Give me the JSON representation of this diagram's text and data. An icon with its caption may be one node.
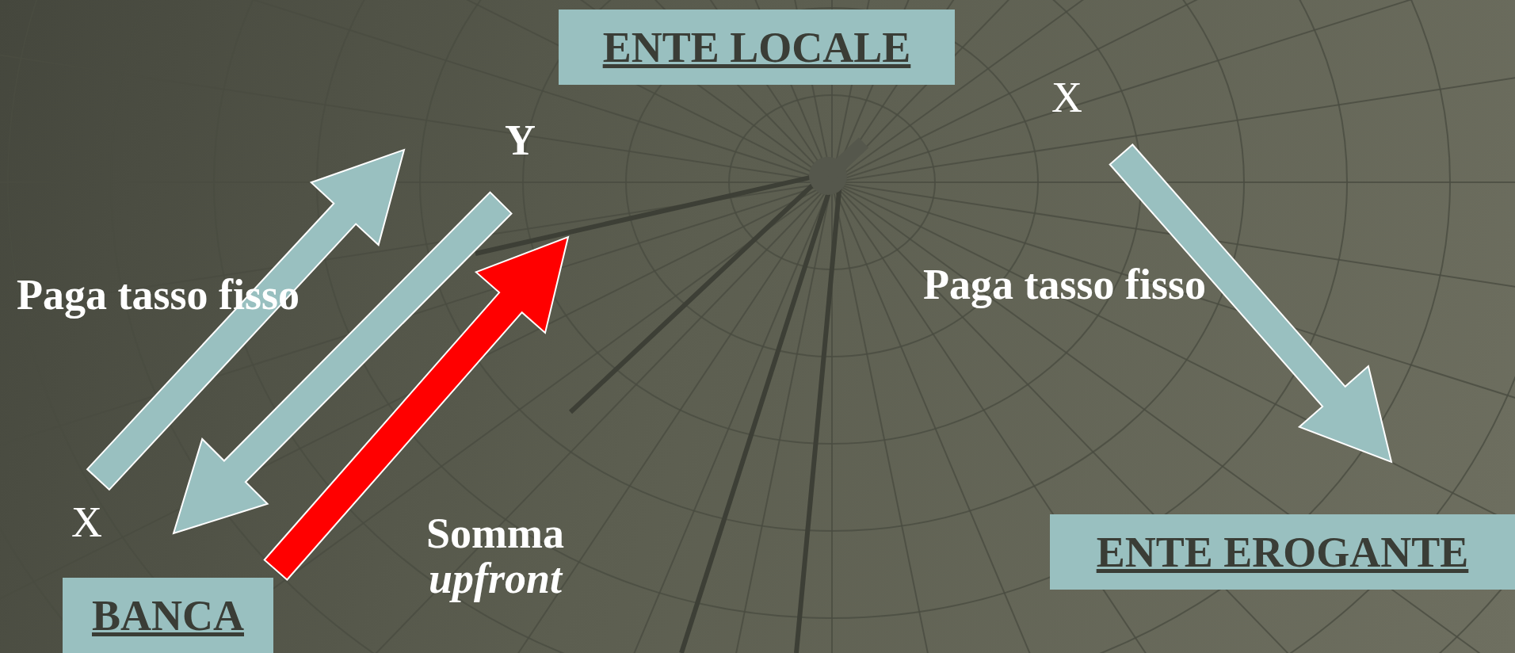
{
  "diagram": {
    "nodes": [
      {
        "text": [
          "ENTE LOCALE"
        ]
      },
      {
        "text": [
          "BANCA"
        ]
      },
      {
        "text": [
          "ENTE EROGANTE"
        ]
      }
    ],
    "edges": [
      {
        "from": 1,
        "to": 0,
        "arrow": "to",
        "label": "Paga tasso fisso"
      },
      {
        "from": 0,
        "to": 1,
        "arrow": "to"
      },
      {
        "from": 1,
        "to": 0,
        "arrow": "to",
        "label": "Somma *upfront*",
        "color": "#ff0000"
      },
      {
        "from": 0,
        "to": 2,
        "arrow": "to",
        "label": "Paga tasso fisso"
      }
    ],
    "labels": [
      "X",
      "Y",
      "X"
    ]
  }
}
